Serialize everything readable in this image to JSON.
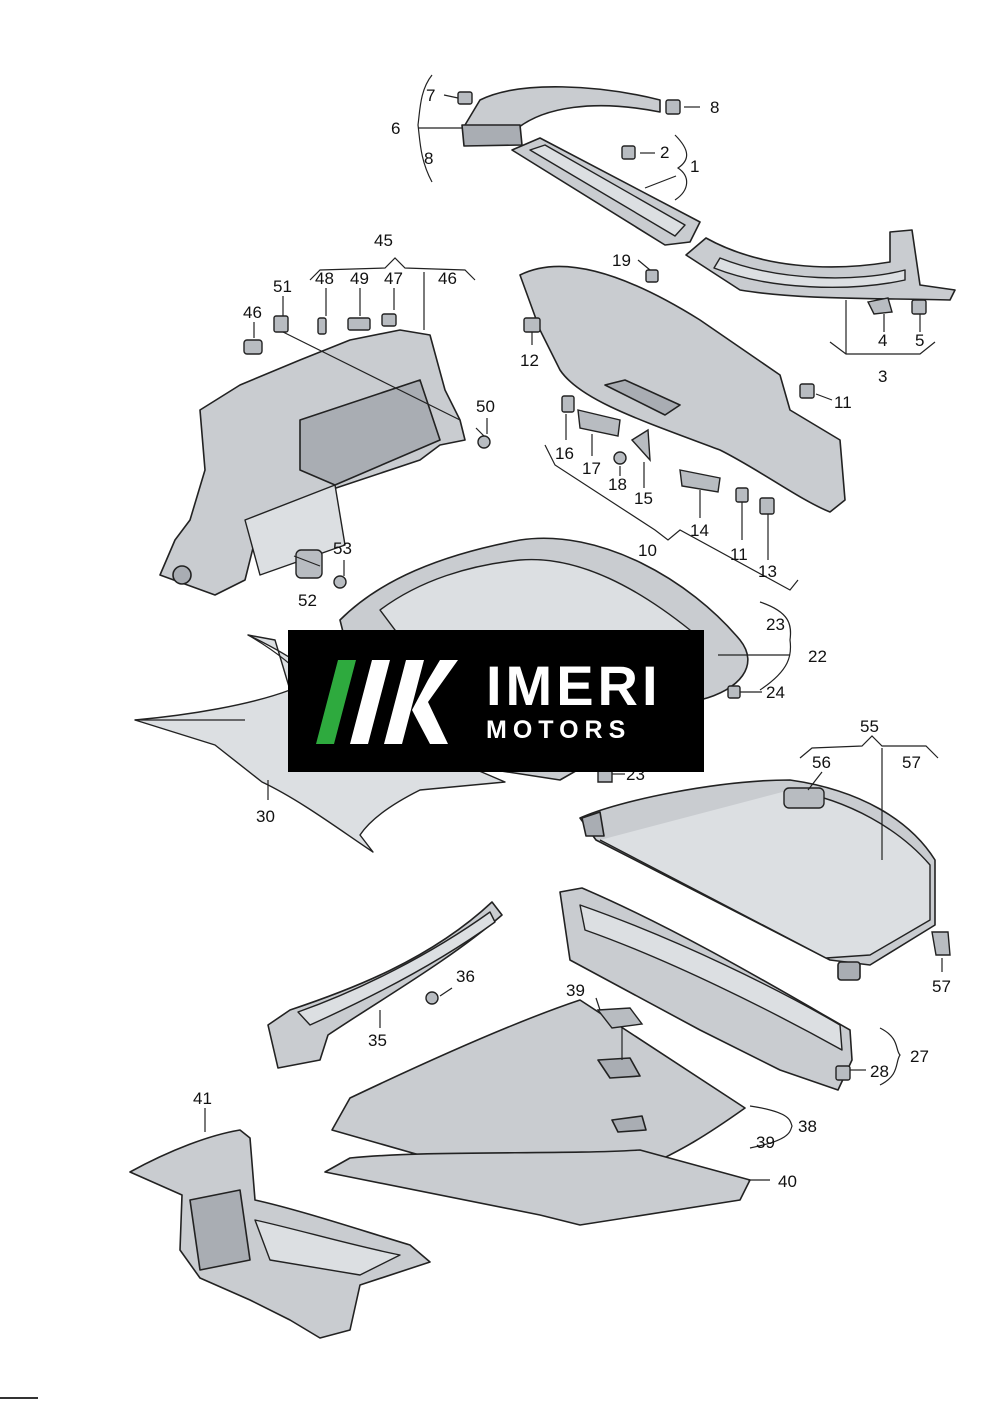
{
  "logo": {
    "name": "IMERI",
    "sub": "MOTORS",
    "accent": "#2eaa3e",
    "bg": "#000000",
    "fg": "#ffffff"
  },
  "callouts": [
    {
      "id": "c7",
      "text": "7"
    },
    {
      "id": "c8a",
      "text": "8"
    },
    {
      "id": "c6",
      "text": "6"
    },
    {
      "id": "c8b",
      "text": "8"
    },
    {
      "id": "c2",
      "text": "2"
    },
    {
      "id": "c1",
      "text": "1"
    },
    {
      "id": "c45",
      "text": "45"
    },
    {
      "id": "c51",
      "text": "51"
    },
    {
      "id": "c48",
      "text": "48"
    },
    {
      "id": "c49",
      "text": "49"
    },
    {
      "id": "c47",
      "text": "47"
    },
    {
      "id": "c46a",
      "text": "46"
    },
    {
      "id": "c46b",
      "text": "46"
    },
    {
      "id": "c19",
      "text": "19"
    },
    {
      "id": "c12",
      "text": "12"
    },
    {
      "id": "c4",
      "text": "4"
    },
    {
      "id": "c5",
      "text": "5"
    },
    {
      "id": "c3",
      "text": "3"
    },
    {
      "id": "c50",
      "text": "50"
    },
    {
      "id": "c11a",
      "text": "11"
    },
    {
      "id": "c16",
      "text": "16"
    },
    {
      "id": "c17",
      "text": "17"
    },
    {
      "id": "c18",
      "text": "18"
    },
    {
      "id": "c15",
      "text": "15"
    },
    {
      "id": "c14",
      "text": "14"
    },
    {
      "id": "c11b",
      "text": "11"
    },
    {
      "id": "c13",
      "text": "13"
    },
    {
      "id": "c10",
      "text": "10"
    },
    {
      "id": "c53",
      "text": "53"
    },
    {
      "id": "c52",
      "text": "52"
    },
    {
      "id": "c23a",
      "text": "23"
    },
    {
      "id": "c22",
      "text": "22"
    },
    {
      "id": "c24",
      "text": "24"
    },
    {
      "id": "c23b",
      "text": "23"
    },
    {
      "id": "c30",
      "text": "30"
    },
    {
      "id": "c55",
      "text": "55"
    },
    {
      "id": "c56",
      "text": "56"
    },
    {
      "id": "c57a",
      "text": "57"
    },
    {
      "id": "c57b",
      "text": "57"
    },
    {
      "id": "c36",
      "text": "36"
    },
    {
      "id": "c35",
      "text": "35"
    },
    {
      "id": "c39a",
      "text": "39"
    },
    {
      "id": "c27",
      "text": "27"
    },
    {
      "id": "c28",
      "text": "28"
    },
    {
      "id": "c41",
      "text": "41"
    },
    {
      "id": "c38",
      "text": "38"
    },
    {
      "id": "c39b",
      "text": "39"
    },
    {
      "id": "c40",
      "text": "40"
    }
  ]
}
